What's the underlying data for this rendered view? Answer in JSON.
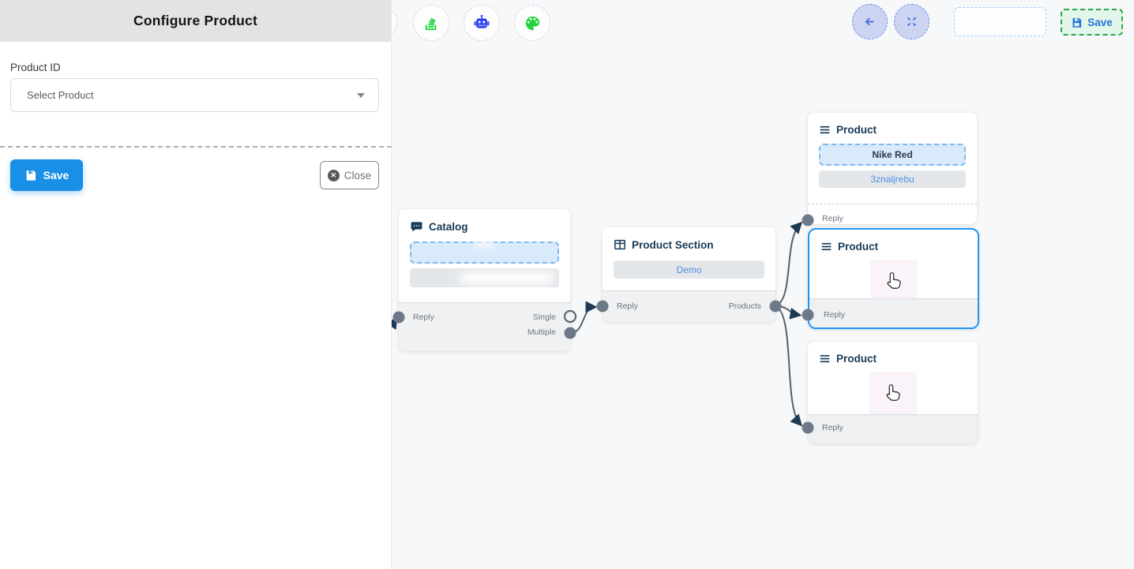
{
  "panel": {
    "title": "Configure Product",
    "product_id_label": "Product ID",
    "select_placeholder": "Select Product",
    "save_label": "Save",
    "close_label": "Close"
  },
  "topbar": {
    "save_label": "Save"
  },
  "canvas": {
    "nodes": [
      {
        "id": "catalog",
        "title": "Catalog",
        "ports": {
          "reply": "Reply",
          "single": "Single",
          "multiple": "Multiple"
        }
      },
      {
        "id": "product-section",
        "title": "Product Section",
        "body_value": "Demo",
        "ports": {
          "reply": "Reply",
          "products": "Products"
        }
      },
      {
        "id": "product-1",
        "title": "Product",
        "fields": [
          "Nike Red",
          "3znaljrebu"
        ],
        "ports": {
          "reply": "Reply"
        }
      },
      {
        "id": "product-2",
        "title": "Product",
        "selected": true,
        "ports": {
          "reply": "Reply"
        }
      },
      {
        "id": "product-3",
        "title": "Product",
        "ports": {
          "reply": "Reply"
        }
      }
    ]
  },
  "colors": {
    "primary_blue": "#1a8fe8",
    "selected_node_border": "#2196f3",
    "edge_stroke": "#55616e",
    "arrowhead": "#1b3a54",
    "save_green_border": "#2aa64b",
    "save_green_bg": "#e2f6e9",
    "link_blue": "#4a90e2",
    "panel_header_bg": "#e2e3e5",
    "canvas_bg": "#f7f8f9",
    "tool_icon_green": "#23d43f",
    "tool_icon_blue": "#2f3ef2"
  }
}
